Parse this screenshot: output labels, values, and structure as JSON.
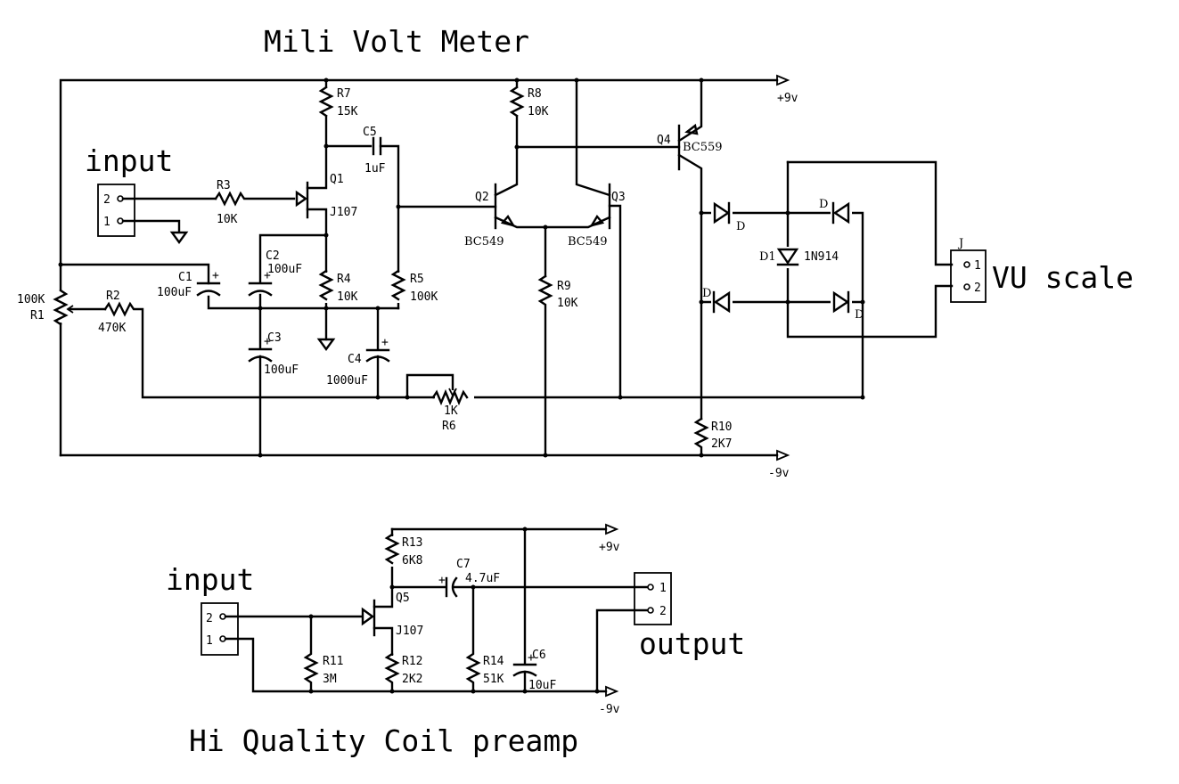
{
  "titles": {
    "top": "Mili Volt Meter",
    "bottom": "Hi Quality Coil preamp"
  },
  "millivolt_meter": {
    "input_label": "input",
    "input_connector_pins": [
      "2",
      "1"
    ],
    "supply_pos": "+9v",
    "supply_neg": "-9v",
    "vu_label": "VU scale",
    "vu_connector": {
      "ref": "J",
      "pins": [
        "1",
        "2"
      ]
    },
    "components": {
      "R1": {
        "ref": "R1",
        "value": "100K"
      },
      "R2": {
        "ref": "R2",
        "value": "470K"
      },
      "R3": {
        "ref": "R3",
        "value": "10K"
      },
      "R4": {
        "ref": "R4",
        "value": "10K"
      },
      "R5": {
        "ref": "R5",
        "value": "100K"
      },
      "R6": {
        "ref": "R6",
        "value": "1K"
      },
      "R7": {
        "ref": "R7",
        "value": "15K"
      },
      "R8": {
        "ref": "R8",
        "value": "10K"
      },
      "R9": {
        "ref": "R9",
        "value": "10K"
      },
      "R10": {
        "ref": "R10",
        "value": "2K7"
      },
      "C1": {
        "ref": "C1",
        "value": "100uF"
      },
      "C2": {
        "ref": "C2",
        "value": "100uF"
      },
      "C3": {
        "ref": "C3",
        "value": "100uF"
      },
      "C4": {
        "ref": "C4",
        "value": "1000uF"
      },
      "C5": {
        "ref": "C5",
        "value": "1uF"
      },
      "Q1": {
        "ref": "Q1",
        "value": "J107"
      },
      "Q2": {
        "ref": "Q2",
        "value": "BC549"
      },
      "Q3": {
        "ref": "Q3",
        "value": "BC549"
      },
      "Q4": {
        "ref": "Q4",
        "value": "BC559"
      },
      "D1": {
        "ref": "D1",
        "value": "1N914"
      },
      "D": {
        "ref": "D"
      }
    }
  },
  "coil_preamp": {
    "input_label": "input",
    "input_connector_pins": [
      "2",
      "1"
    ],
    "output_label": "output",
    "output_connector_pins": [
      "1",
      "2"
    ],
    "supply_pos": "+9v",
    "supply_neg": "-9v",
    "components": {
      "R11": {
        "ref": "R11",
        "value": "3M"
      },
      "R12": {
        "ref": "R12",
        "value": "2K2"
      },
      "R13": {
        "ref": "R13",
        "value": "6K8"
      },
      "R14": {
        "ref": "R14",
        "value": "51K"
      },
      "C6": {
        "ref": "C6",
        "value": "10uF"
      },
      "C7": {
        "ref": "C7",
        "value": "4.7uF"
      },
      "Q5": {
        "ref": "Q5",
        "value": "J107"
      }
    }
  }
}
